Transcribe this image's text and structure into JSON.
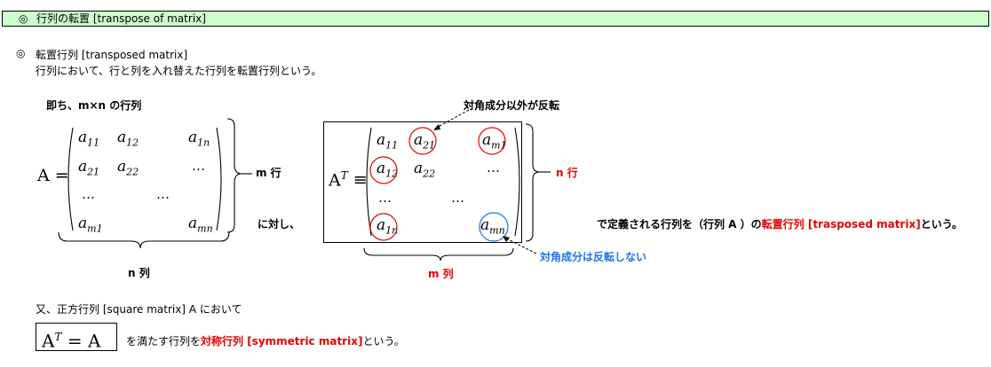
{
  "header": {
    "mark": "◎",
    "title": "行列の転置 [transpose of matrix]"
  },
  "section": {
    "mark": "◎",
    "title": "転置行列 [transposed matrix]",
    "description": "行列において、行と列を入れ替えた行列を転置行列という。"
  },
  "left": {
    "caption": "即ち、m×n の行列",
    "lhs": "A =",
    "rows_label": "m 行",
    "cols_label": "n 列",
    "matrix": [
      [
        "a",
        "11"
      ],
      [
        "a",
        "12"
      ],
      [
        "a",
        "1n"
      ],
      [
        "a",
        "21"
      ],
      [
        "a",
        "22"
      ],
      [
        "a",
        "m1"
      ],
      [
        "a",
        "mn"
      ]
    ],
    "dots": "…"
  },
  "middle": {
    "connector": "に対し、"
  },
  "right": {
    "annotation_top": "対角成分以外が反転",
    "lhs_base": "A",
    "lhs_sup": "T",
    "lhs_eq": "≡",
    "rows_label": "n 行",
    "cols_label": "m 列",
    "annotation_bottom": "対角成分は反転しない",
    "matrix": [
      [
        "a",
        "11"
      ],
      [
        "a",
        "21"
      ],
      [
        "a",
        "m1"
      ],
      [
        "a",
        "12"
      ],
      [
        "a",
        "22"
      ],
      [
        "a",
        "1n"
      ],
      [
        "a",
        "mn"
      ]
    ],
    "dots": "…"
  },
  "definition": {
    "prefix": "で定義される行列を（行列 A ）の",
    "term": "転置行列 [trasposed matrix]",
    "suffix": "という。"
  },
  "square": {
    "intro": "又、正方行列 [square matrix] A において",
    "eq_base": "A",
    "eq_sup": "T",
    "eq_rest": "= A",
    "text_prefix": "を満たす行列を",
    "term": "対称行列 [symmetric matrix]",
    "text_suffix": "という。"
  },
  "colors": {
    "header_bg": "#ccffcc",
    "red": "#e60000",
    "blue": "#1a73e8"
  }
}
